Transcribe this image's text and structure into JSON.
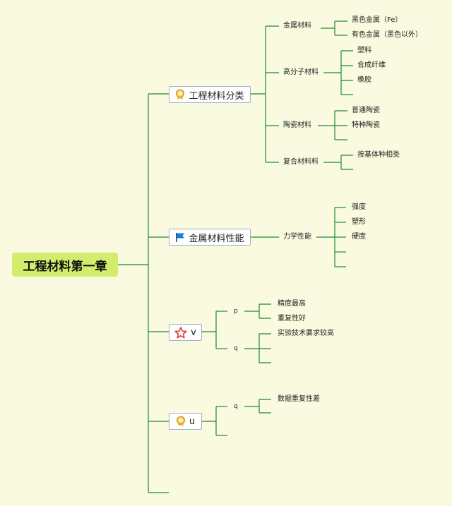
{
  "root": {
    "label": "工程材料第一章"
  },
  "branches": {
    "b1": {
      "label": "工程材料分类",
      "icon": "award-medal-icon",
      "children": {
        "metal": {
          "label": "金属材料",
          "items": [
            "黑色金属（Fe）",
            "有色金属（黑色以外）"
          ]
        },
        "polymer": {
          "label": "高分子材料",
          "items": [
            "塑料",
            "合成纤维",
            "橡胶"
          ]
        },
        "ceramic": {
          "label": "陶瓷材料",
          "items": [
            "普通陶瓷",
            "特种陶瓷"
          ]
        },
        "composite": {
          "label": "复合材料料",
          "items": [
            "按基体种相类"
          ]
        }
      }
    },
    "b2": {
      "label": "金属材料性能",
      "icon": "blue-flag-icon",
      "children": {
        "mechanical": {
          "label": "力学性能",
          "items": [
            "强度",
            "塑形",
            "硬度"
          ]
        }
      }
    },
    "b3": {
      "label": "v",
      "icon": "red-star-icon",
      "children": {
        "p": {
          "label": "p",
          "items": [
            "精度最高",
            "重复性好"
          ]
        },
        "q": {
          "label": "q",
          "items": [
            "实验技术要求较高"
          ]
        }
      }
    },
    "b4": {
      "label": "u",
      "icon": "award-medal-icon",
      "children": {
        "q": {
          "label": "q",
          "items": [
            "数据重复性差"
          ]
        }
      }
    }
  },
  "colors": {
    "background": "#f9fadf",
    "root_fill": "#d4ec6b",
    "connector": "#1f8a2e",
    "node_border": "#9fb3c6",
    "flag": "#1a7fd6",
    "star": "#e03a3a",
    "medal": "#e7b52a"
  }
}
